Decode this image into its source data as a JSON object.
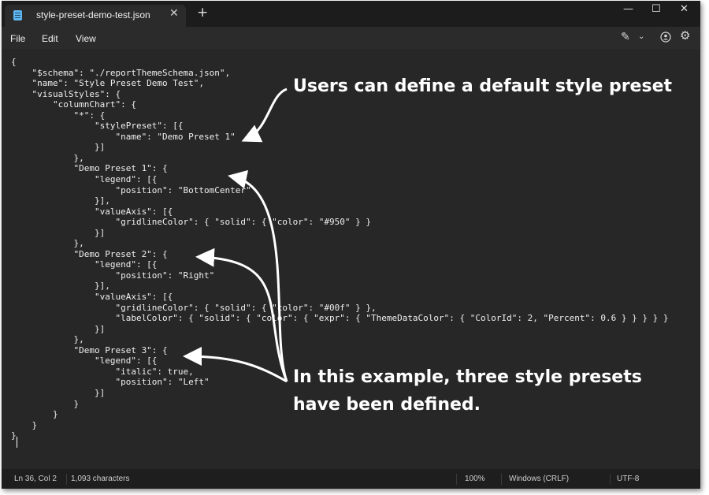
{
  "window": {
    "tab_title": "style-preset-demo-test.json",
    "tab_close": "✕",
    "new_tab": "+",
    "minimize": "—",
    "maximize": "☐",
    "close": "✕"
  },
  "menu": {
    "file": "File",
    "edit": "Edit",
    "view": "View"
  },
  "toolbar": {
    "icons": [
      "copilot-pen-icon",
      "chevron-down-icon",
      "account-icon",
      "settings-icon"
    ]
  },
  "editor": {
    "code": "{\n    \"$schema\": \"./reportThemeSchema.json\",\n    \"name\": \"Style Preset Demo Test\",\n    \"visualStyles\": {\n        \"columnChart\": {\n            \"*\": {\n                \"stylePreset\": [{\n                    \"name\": \"Demo Preset 1\"\n                }]\n            },\n            \"Demo Preset 1\": {\n                \"legend\": [{\n                    \"position\": \"BottomCenter\"\n                }],\n                \"valueAxis\": [{\n                    \"gridlineColor\": { \"solid\": { \"color\": \"#950\" } }\n                }]\n            },\n            \"Demo Preset 2\": {\n                \"legend\": [{\n                    \"position\": \"Right\"\n                }],\n                \"valueAxis\": [{\n                    \"gridlineColor\": { \"solid\": { \"color\": \"#00f\" } },\n                    \"labelColor\": { \"solid\": { \"color\": { \"expr\": { \"ThemeDataColor\": { \"ColorId\": 2, \"Percent\": 0.6 } } } } }\n                }]\n            },\n            \"Demo Preset 3\": {\n                \"legend\": [{\n                    \"italic\": true,\n                    \"position\": \"Left\"\n                }]\n            }\n        }\n    }\n}"
  },
  "annotations": {
    "callout_1": "Users can define a default style preset",
    "callout_2_line1": "In this example, three style presets",
    "callout_2_line2": "have been defined."
  },
  "status": {
    "position": "Ln 36, Col 2",
    "characters": "1,093 characters",
    "zoom": "100%",
    "line_ending": "Windows (CRLF)",
    "encoding": "UTF-8"
  },
  "colors": {
    "editor_bg": "#272727",
    "titlebar_bg": "#1c1c1c",
    "menubar_bg": "#2b2b2b",
    "statusbar_bg": "#1e1e1e",
    "annotation": "#ffffff"
  }
}
